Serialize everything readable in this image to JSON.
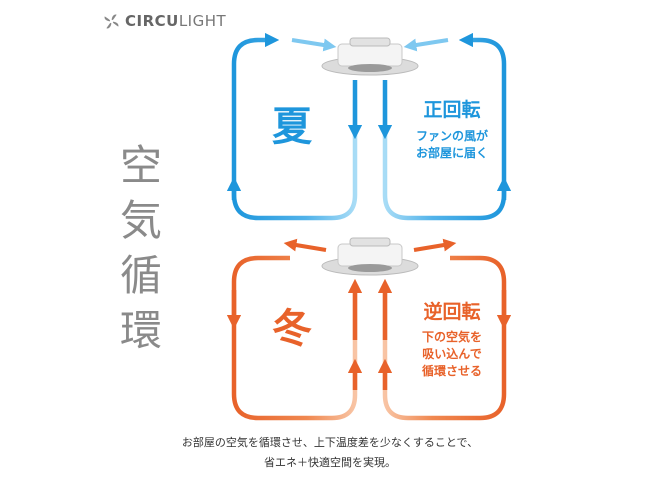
{
  "brand": {
    "logo_icon": "fan-blade-icon",
    "name_part1": "CIRCU",
    "name_part2": "LIGHT"
  },
  "vertical_title": [
    "空",
    "気",
    "循",
    "環"
  ],
  "summer": {
    "season": "夏",
    "mode": "正回転",
    "desc_line1": "ファンの風が",
    "desc_line2": "お部屋に届く",
    "color": "#1e96dc"
  },
  "winter": {
    "season": "冬",
    "mode": "逆回転",
    "desc_line1": "下の空気を",
    "desc_line2": "吸い込んで",
    "desc_line3": "循環させる",
    "color": "#e8622a"
  },
  "caption": {
    "line1": "お部屋の空気を循環させ、上下温度差を少なくすることで、",
    "line2": "省エネ＋快適空間を実現。"
  },
  "colors": {
    "summer_light": "#7ec8f0",
    "winter_light": "#f5a87e"
  }
}
